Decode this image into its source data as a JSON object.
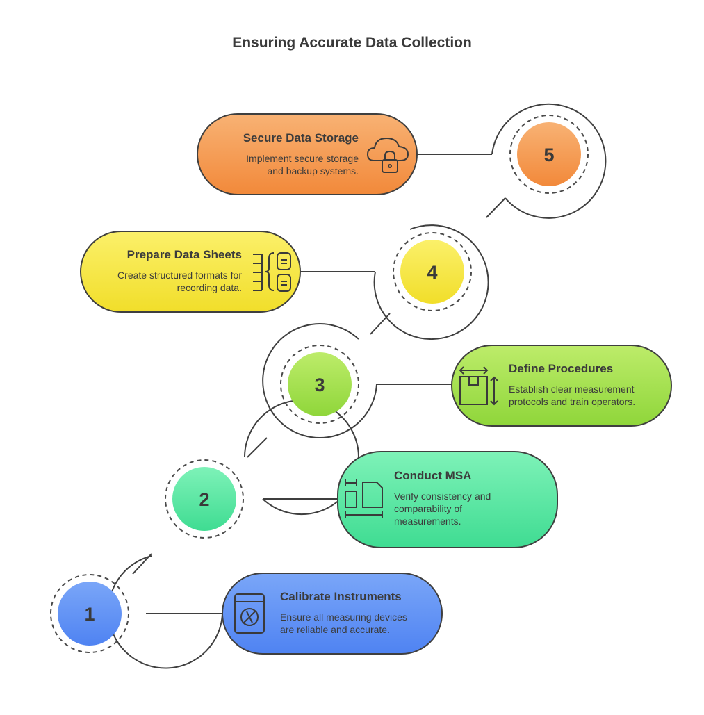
{
  "title": "Ensuring Accurate Data Collection",
  "steps": [
    {
      "number": "1",
      "title": "Calibrate Instruments",
      "desc": [
        "Ensure all measuring devices",
        "are reliable and accurate."
      ],
      "icon": "gauge-device-icon",
      "color": "#5b8ef5"
    },
    {
      "number": "2",
      "title": "Conduct MSA",
      "desc": [
        "Verify consistency and",
        "comparability of",
        "measurements."
      ],
      "icon": "compare-documents-icon",
      "color": "#4fe3a0"
    },
    {
      "number": "3",
      "title": "Define Procedures",
      "desc": [
        "Establish clear measurement",
        "protocols and train operators."
      ],
      "icon": "measured-box-icon",
      "color": "#9fe04a"
    },
    {
      "number": "4",
      "title": "Prepare Data Sheets",
      "desc": [
        "Create structured formats for",
        "recording data."
      ],
      "icon": "structured-sheets-icon",
      "color": "#f6e840"
    },
    {
      "number": "5",
      "title": "Secure Data Storage",
      "desc": [
        "Implement secure storage",
        "and backup systems."
      ],
      "icon": "cloud-lock-icon",
      "color": "#f4944a"
    }
  ]
}
